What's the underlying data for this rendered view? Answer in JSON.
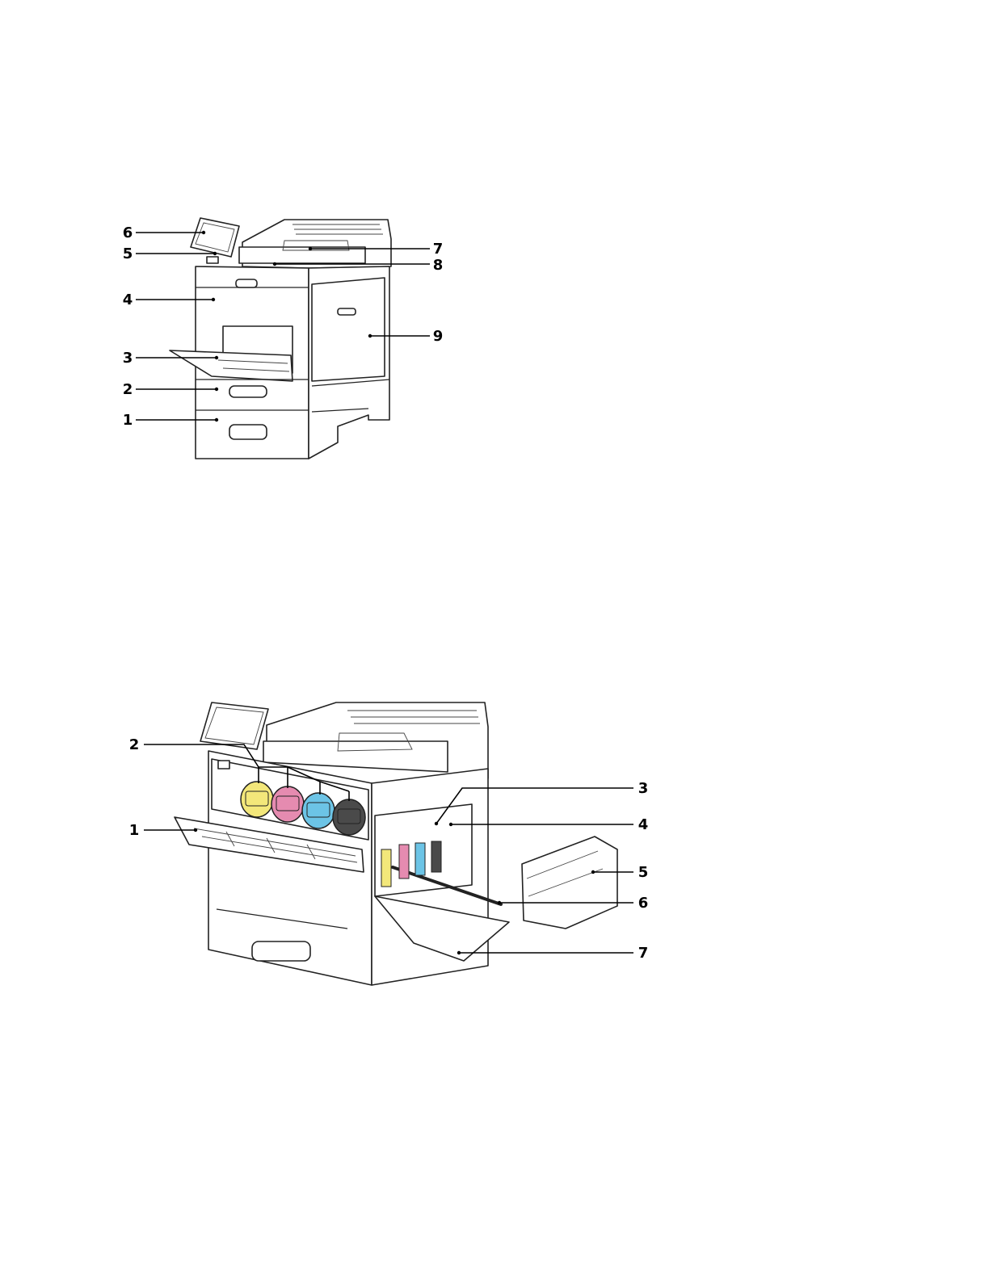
{
  "figure_top": {
    "callouts": [
      {
        "id": "1",
        "label": "1"
      },
      {
        "id": "2",
        "label": "2"
      },
      {
        "id": "3",
        "label": "3"
      },
      {
        "id": "4",
        "label": "4"
      },
      {
        "id": "5",
        "label": "5"
      },
      {
        "id": "6",
        "label": "6"
      },
      {
        "id": "7",
        "label": "7"
      },
      {
        "id": "8",
        "label": "8"
      },
      {
        "id": "9",
        "label": "9"
      }
    ]
  },
  "figure_bottom": {
    "callouts": [
      {
        "id": "1",
        "label": "1"
      },
      {
        "id": "2",
        "label": "2"
      },
      {
        "id": "3",
        "label": "3"
      },
      {
        "id": "4",
        "label": "4"
      },
      {
        "id": "5",
        "label": "5"
      },
      {
        "id": "6",
        "label": "6"
      },
      {
        "id": "7",
        "label": "7"
      }
    ],
    "toner_colors": {
      "yellow": "#f3e77a",
      "magenta": "#e58bb0",
      "cyan": "#6cc4e6",
      "black": "#4a4a4a"
    }
  }
}
